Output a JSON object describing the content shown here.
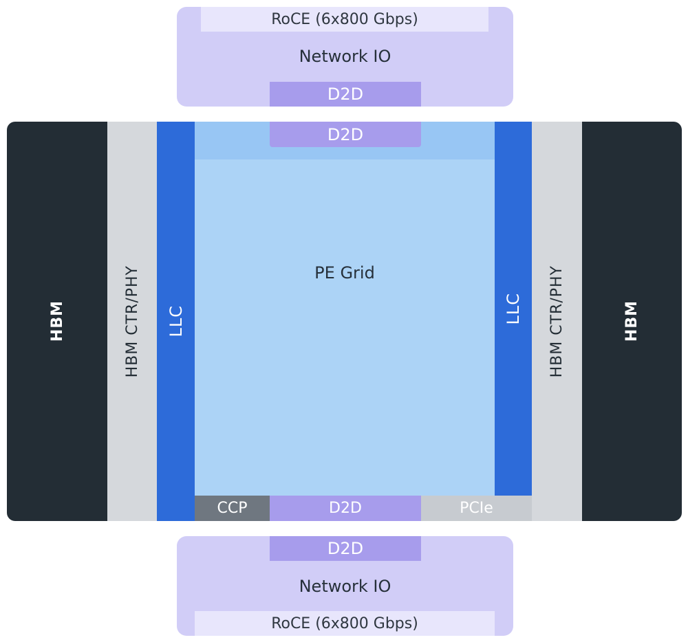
{
  "top_network": {
    "roce_label": "RoCE (6x800 Gbps)",
    "title": "Network IO",
    "d2d_label": "D2D"
  },
  "die": {
    "top_d2d_label": "D2D",
    "left_hbm": "HBM",
    "left_phy": "HBM CTR/PHY",
    "left_llc": "LLC",
    "pe_grid": "PE Grid",
    "right_llc": "LLC",
    "right_phy": "HBM CTR/PHY",
    "right_hbm": "HBM",
    "ccp": "CCP",
    "bottom_d2d_label": "D2D",
    "pcie": "PCIe"
  },
  "bottom_network": {
    "d2d_label": "D2D",
    "title": "Network IO",
    "roce_label": "RoCE (6x800 Gbps)"
  },
  "colors": {
    "network_io": "#d1cdf7",
    "d2d": "#a79cec",
    "hbm": "#232d35",
    "phy": "#d5d8dc",
    "llc": "#2d6bd9",
    "pe_grid": "#acd3f6",
    "ccp": "#6f7780",
    "pcie": "#c7cbd0"
  }
}
